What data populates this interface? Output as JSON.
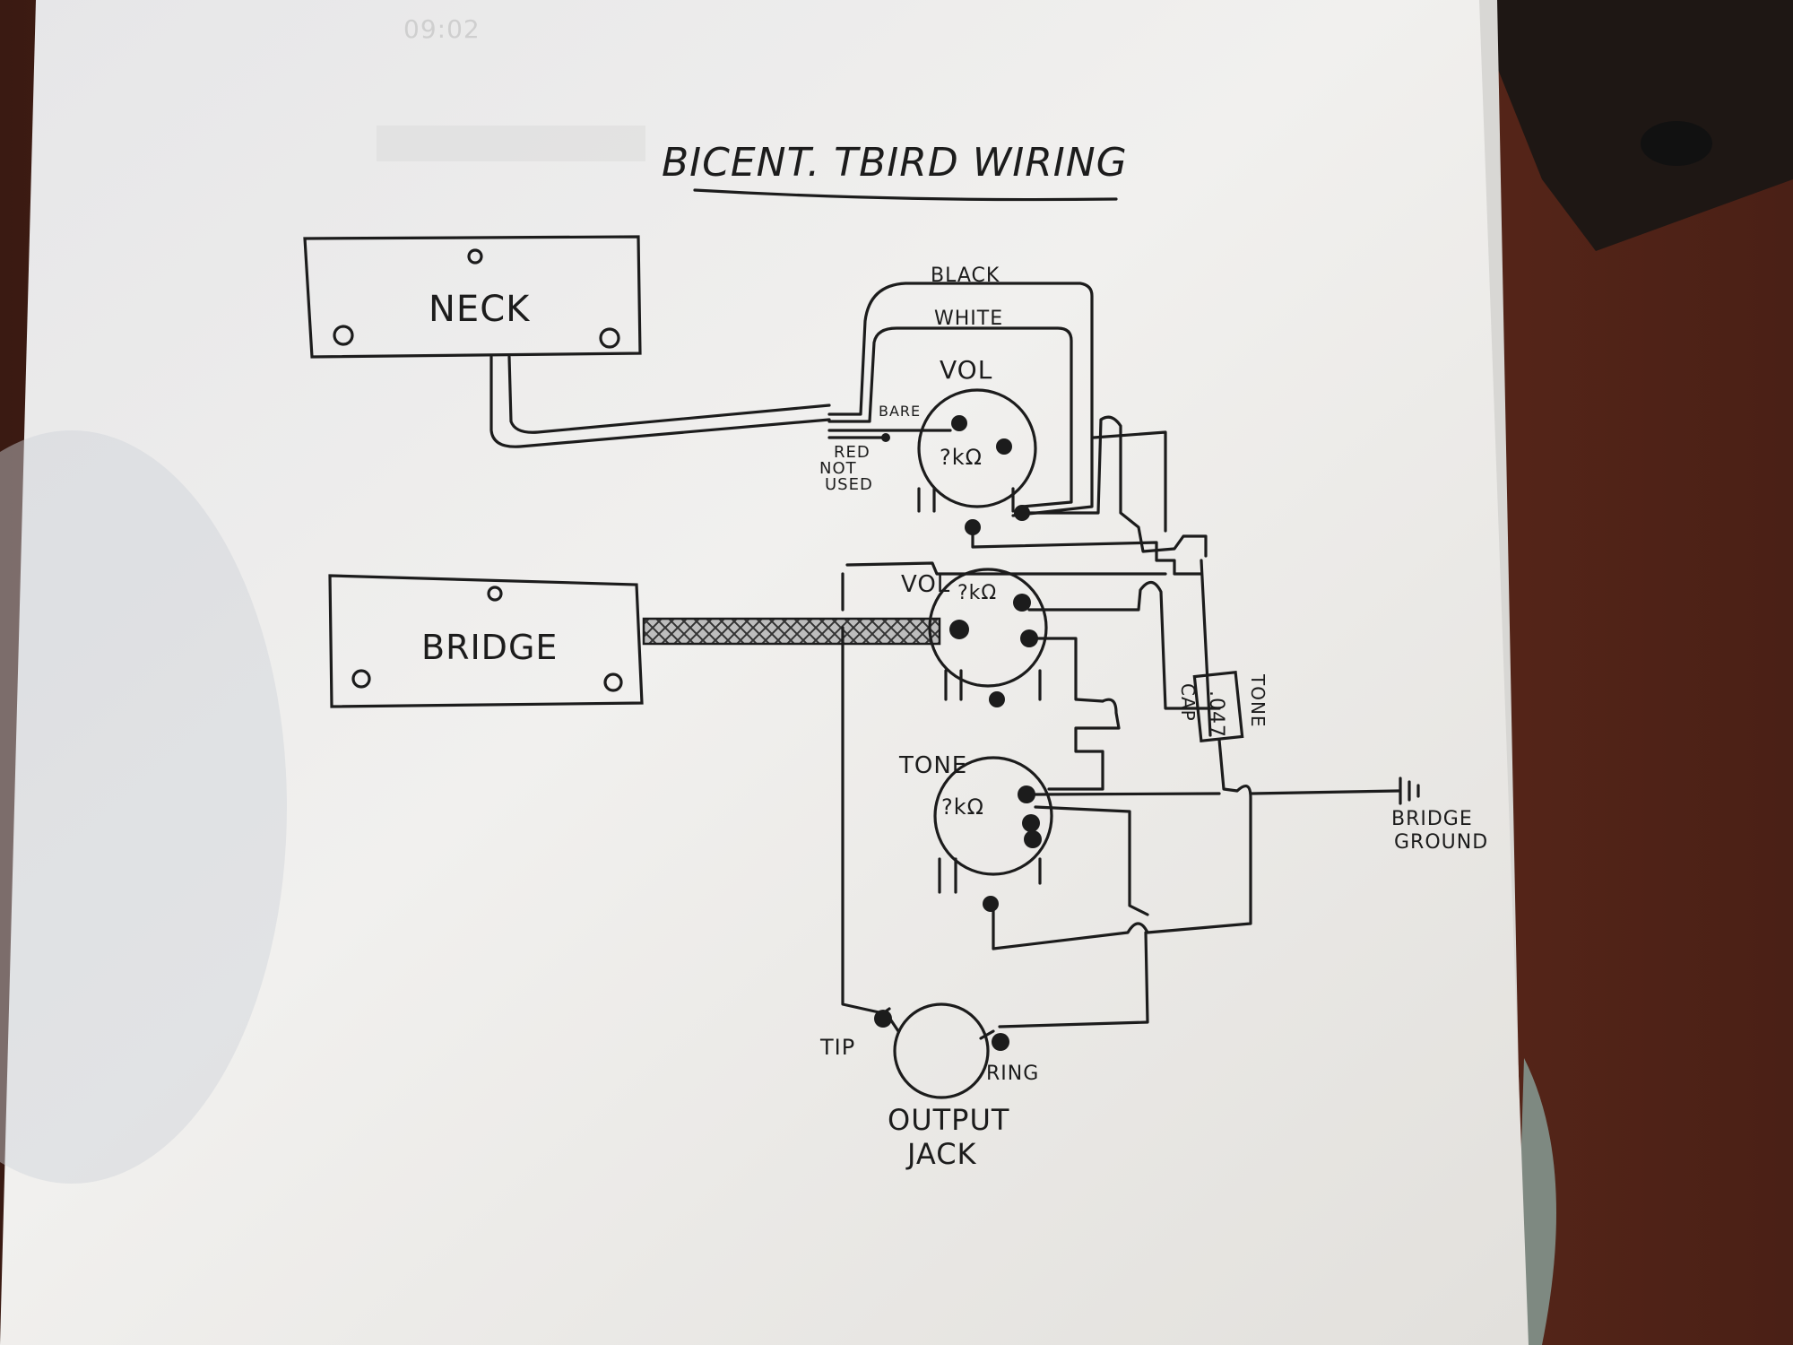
{
  "diagram": {
    "title": "BICENT. TBIRD WIRING",
    "faint_header": "09:02",
    "pickups": {
      "neck": "NECK",
      "bridge": "BRIDGE"
    },
    "wires": {
      "black": "BLACK",
      "white": "WHITE",
      "bare": "BARE",
      "red_line1": "RED",
      "red_line2": "NOT",
      "red_line3": "USED"
    },
    "pots": {
      "vol1_label": "VOL",
      "vol1_value": "?kΩ",
      "vol2_label": "VOL",
      "vol2_value": "?kΩ",
      "tone_label": "TONE",
      "tone_value": "?kΩ"
    },
    "capacitor": {
      "value": ".047",
      "label_line1": "TONE",
      "label_line2": "CAP"
    },
    "ground": {
      "line1": "BRIDGE",
      "line2": "GROUND"
    },
    "jack": {
      "tip": "TIP",
      "ring": "RING",
      "line1": "OUTPUT",
      "line2": "JACK"
    }
  },
  "colors": {
    "paper": "#efeeec",
    "ink": "#1c1c1c",
    "floor": "#5a2a1c"
  }
}
